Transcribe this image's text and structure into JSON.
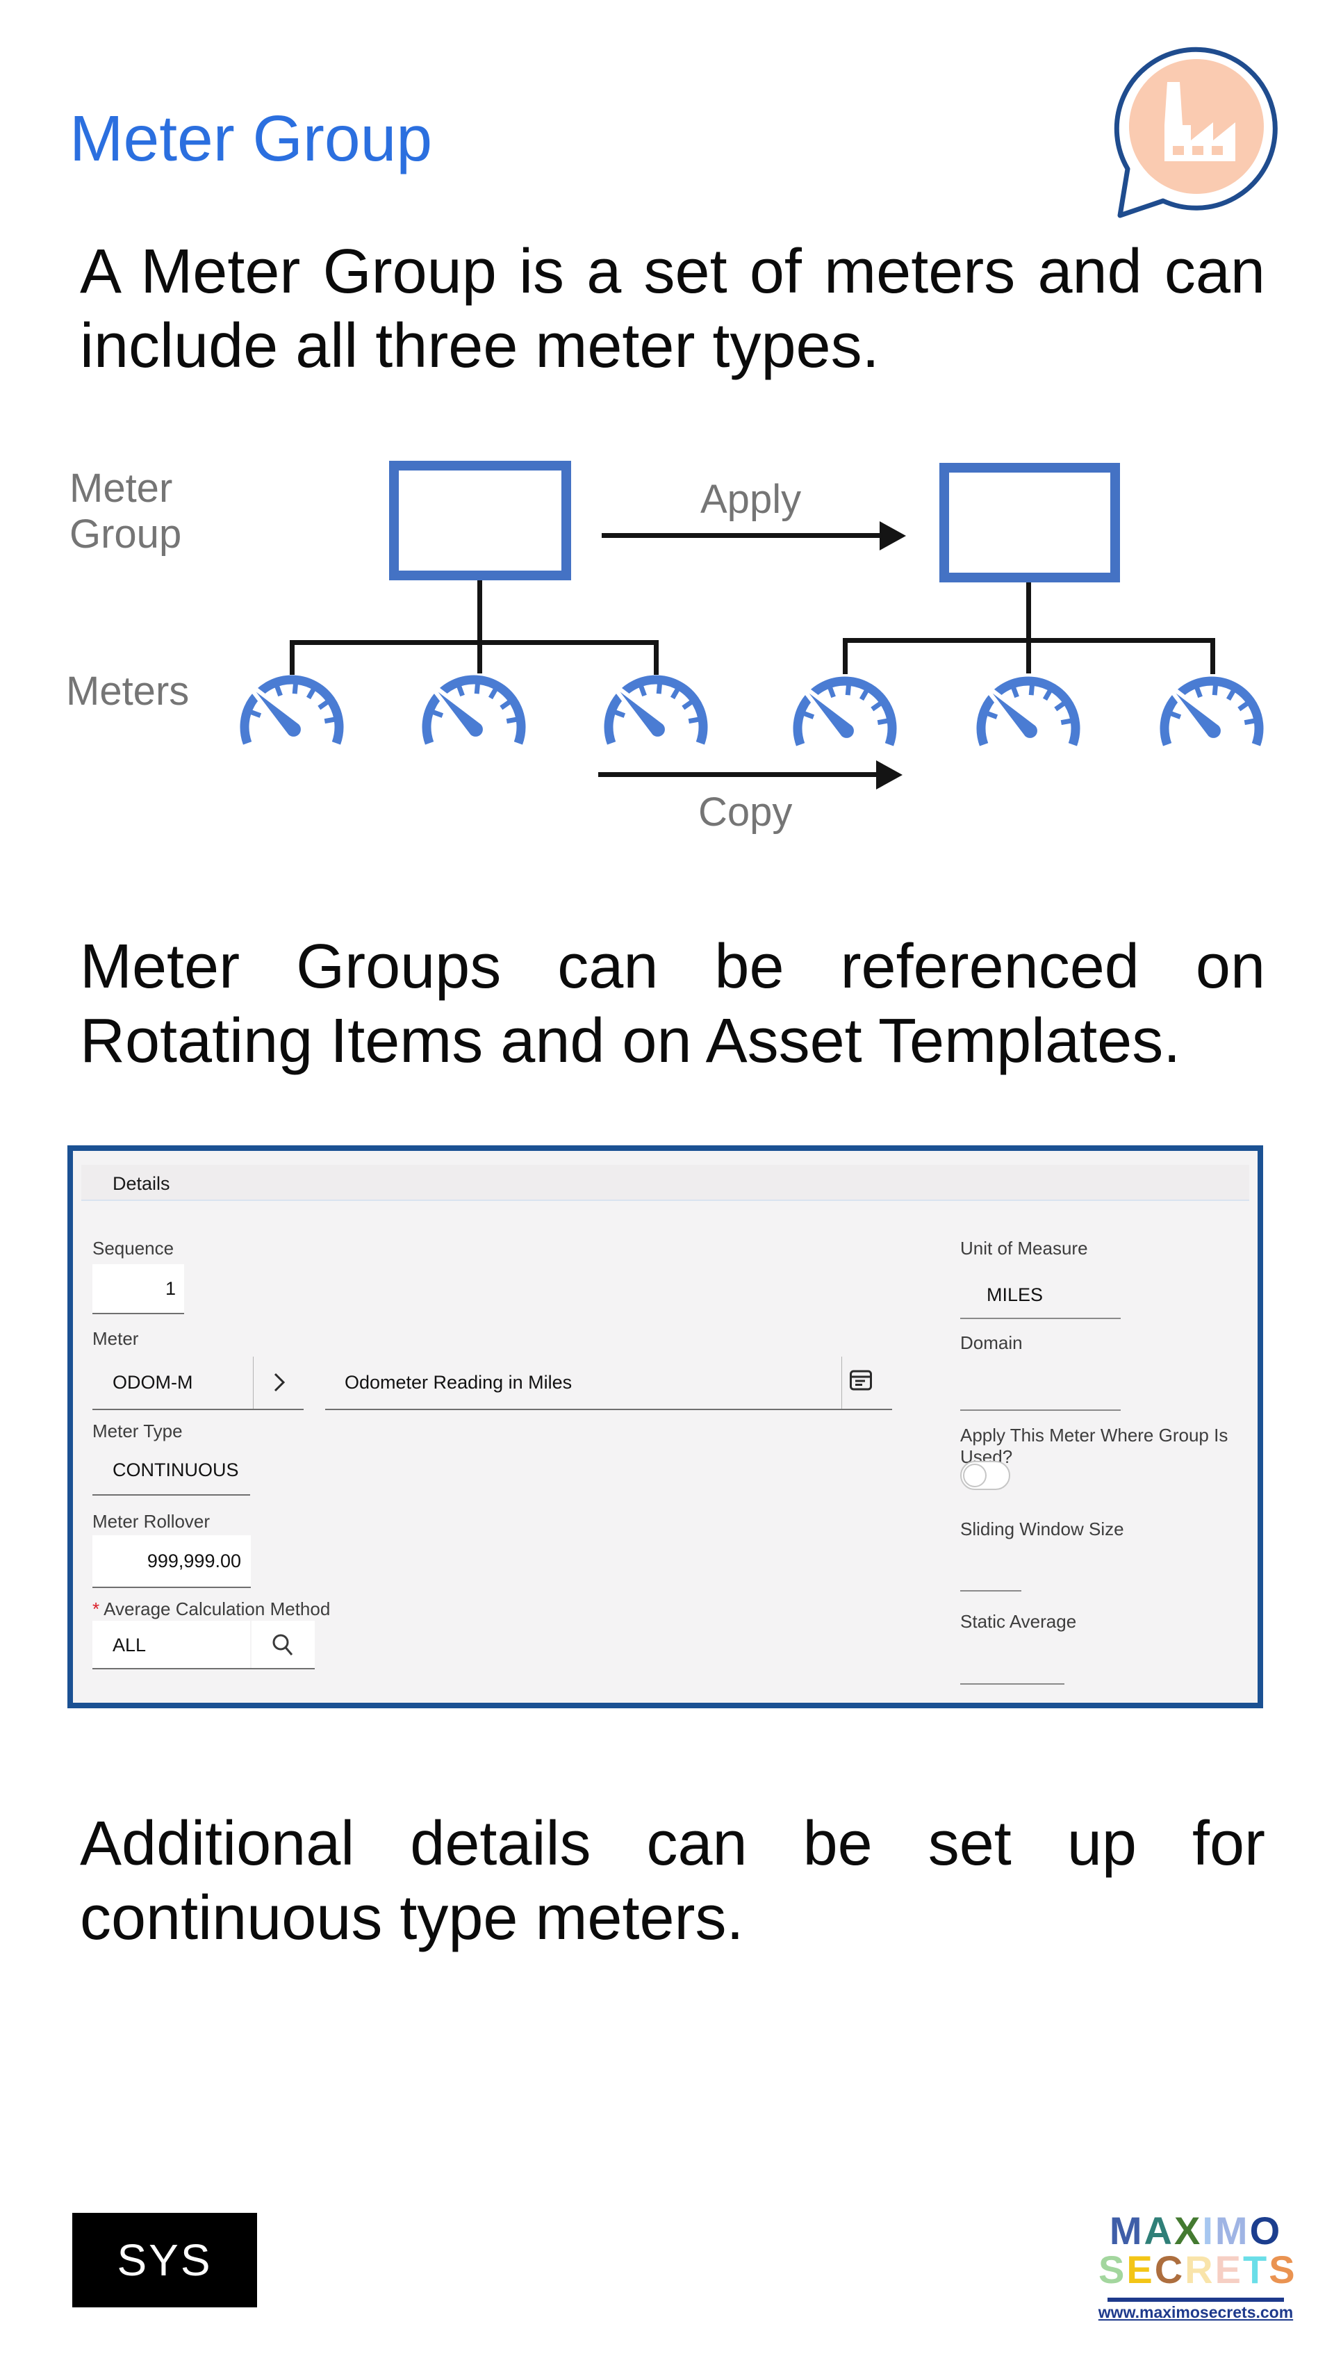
{
  "header": {
    "title": "Meter Group"
  },
  "paragraphs": {
    "intro": "A Meter Group is a set of meters and can include all three meter types.",
    "middle": "Meter Groups can be referenced on Rotating Items and on Asset Templates.",
    "bottom": "Additional details can be set up for continuous type meters."
  },
  "diagram": {
    "group_label_line1": "Meter",
    "group_label_line2": "Group",
    "meters_label": "Meters",
    "apply_label": "Apply",
    "copy_label": "Copy",
    "colors": {
      "box_border": "#4472C4",
      "gauge": "#4A7CD3",
      "line": "#141414",
      "label_gray": "#757575"
    }
  },
  "form": {
    "tab_label": "Details",
    "sequence": {
      "label": "Sequence",
      "value": "1"
    },
    "meter": {
      "label": "Meter",
      "value": "ODOM-M",
      "description": "Odometer Reading in Miles"
    },
    "meter_type": {
      "label": "Meter Type",
      "value": "CONTINUOUS"
    },
    "meter_rollover": {
      "label": "Meter Rollover",
      "value": "999,999.00"
    },
    "average_calculation_method": {
      "required_marker": "*",
      "label": "Average Calculation Method",
      "value": "ALL"
    },
    "unit_of_measure": {
      "label": "Unit of Measure",
      "value": "MILES"
    },
    "domain": {
      "label": "Domain",
      "value": ""
    },
    "apply_meter_toggle": {
      "label": "Apply This Meter Where Group Is Used?",
      "state": "off"
    },
    "sliding_window_size": {
      "label": "Sliding Window Size",
      "value": ""
    },
    "static_average": {
      "label": "Static Average",
      "value": ""
    },
    "colors": {
      "panel_border": "#1B5193",
      "required_asterisk": "#DA1E28"
    }
  },
  "footer": {
    "sys_badge": "SYS",
    "logo": {
      "line1": [
        {
          "ch": "M",
          "color": "#3F5EA8"
        },
        {
          "ch": "A",
          "color": "#2F7F78"
        },
        {
          "ch": "X",
          "color": "#447A30"
        },
        {
          "ch": "I",
          "color": "#A7C7F0"
        },
        {
          "ch": "M",
          "color": "#9FB4E4"
        },
        {
          "ch": "O",
          "color": "#1C3E8E"
        }
      ],
      "line2": [
        {
          "ch": "S",
          "color": "#A3D69E"
        },
        {
          "ch": "E",
          "color": "#F3C516"
        },
        {
          "ch": "C",
          "color": "#AD6E3E"
        },
        {
          "ch": "R",
          "color": "#F9E4AA"
        },
        {
          "ch": "E",
          "color": "#F6CFC4"
        },
        {
          "ch": "T",
          "color": "#6ADEE8"
        },
        {
          "ch": "S",
          "color": "#EA9351"
        }
      ],
      "bar_color": "#1E3A8C",
      "website": "www.maximosecrets.com"
    }
  }
}
